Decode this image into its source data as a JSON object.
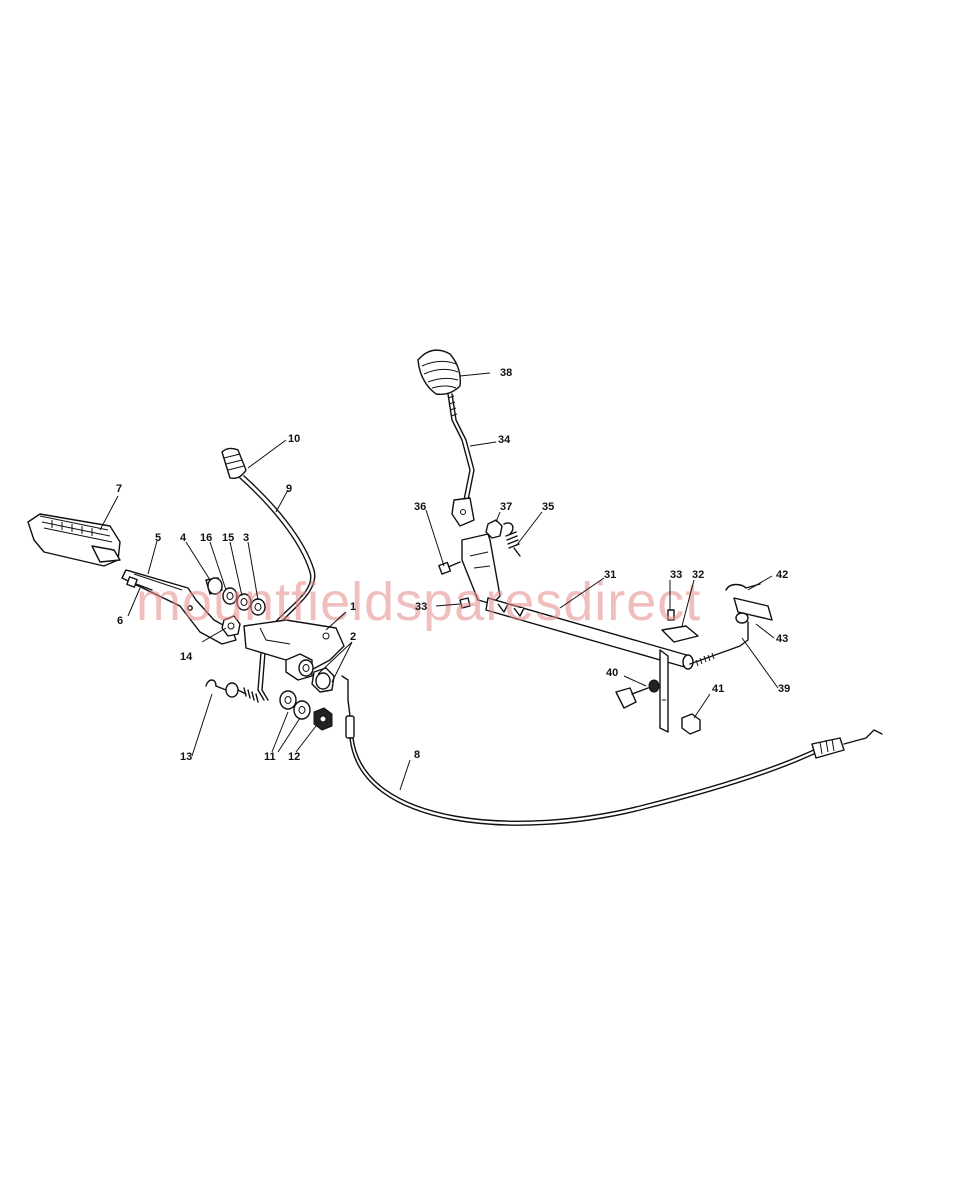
{
  "watermark": "mountfieldsparesdirect",
  "labels": [
    "1",
    "2",
    "3",
    "4",
    "5",
    "6",
    "7",
    "8",
    "9",
    "10",
    "11",
    "12",
    "13",
    "14",
    "15",
    "16",
    "31",
    "32",
    "33",
    "33",
    "34",
    "35",
    "36",
    "37",
    "38",
    "39",
    "40",
    "41",
    "42",
    "43"
  ]
}
